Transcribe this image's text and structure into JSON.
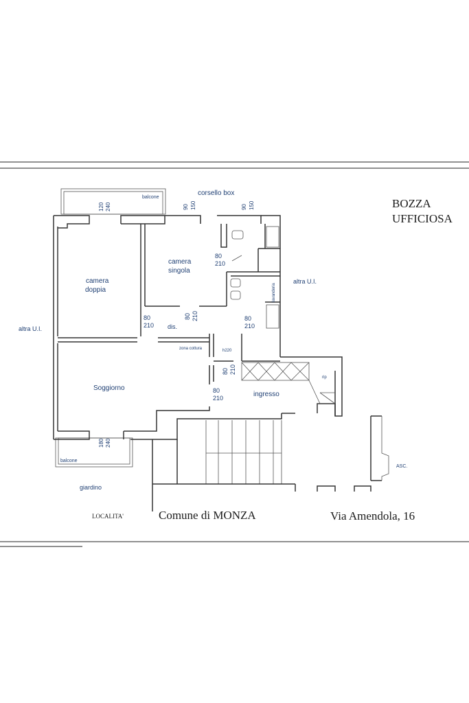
{
  "stamp": {
    "line1": "BOZZA",
    "line2": "UFFICIOSA"
  },
  "rooms": {
    "camera_doppia": [
      "camera",
      "doppia"
    ],
    "camera_singola": [
      "camera",
      "singola"
    ],
    "soggiorno": "Soggiorno",
    "ingresso": "ingresso",
    "dis": "dis.",
    "zona_cottura": "zona cottura",
    "lavanderia": "lavanderia",
    "rip": "rip"
  },
  "outside": {
    "corsello_box": "corsello box",
    "balcone_top": "balcone",
    "balcone_bottom": "balcone",
    "giardino": "giardino",
    "altra_ui_left": "altra U.I.",
    "altra_ui_right": "altra U.I.",
    "asc": "ASC."
  },
  "openings": {
    "win_doppia": [
      "120",
      "240"
    ],
    "win_singola": [
      "90",
      "150"
    ],
    "win_bagno": [
      "90",
      "150"
    ],
    "win_soggiorno": [
      "180",
      "240"
    ],
    "door_singola": [
      "80",
      "210"
    ],
    "door_doppia": [
      "80",
      "210"
    ],
    "door_dis": [
      "80",
      "210"
    ],
    "door_bagno": [
      "80",
      "210"
    ],
    "door_h220": "h220",
    "door_cucina": [
      "80",
      "210"
    ],
    "door_soggiorno": [
      "80",
      "210"
    ]
  },
  "footer": {
    "localita_label": "LOCALITA'",
    "comune": "Comune di MONZA",
    "address": "Via Amendola, 16"
  }
}
